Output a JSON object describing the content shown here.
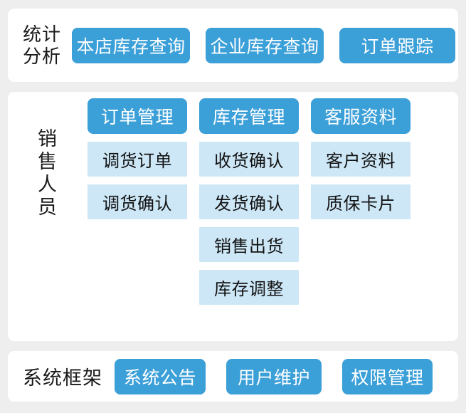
{
  "theme": {
    "page_background": "#eeeeee",
    "card_background": "#ffffff",
    "primary_button": "#3b9fd8",
    "primary_button_text": "#ffffff",
    "secondary_tile": "#cde7f7",
    "secondary_tile_text": "#121212",
    "label_text": "#1a1a1a"
  },
  "sections": {
    "stats": {
      "label_lines": [
        "统计",
        "分析"
      ],
      "buttons": [
        {
          "label": "本店库存查询"
        },
        {
          "label": "企业库存查询"
        },
        {
          "label": "订单跟踪"
        }
      ]
    },
    "sales": {
      "label_lines": [
        "销",
        "售",
        "人",
        "员"
      ],
      "columns": [
        {
          "header": {
            "label": "订单管理"
          },
          "items": [
            {
              "label": "调货订单"
            },
            {
              "label": "调货确认"
            }
          ]
        },
        {
          "header": {
            "label": "库存管理"
          },
          "items": [
            {
              "label": "收货确认"
            },
            {
              "label": "发货确认"
            },
            {
              "label": "销售出货"
            },
            {
              "label": "库存调整"
            }
          ]
        },
        {
          "header": {
            "label": "客服资料"
          },
          "items": [
            {
              "label": "客户资料"
            },
            {
              "label": "质保卡片"
            }
          ]
        }
      ]
    },
    "system": {
      "label": "系统框架",
      "buttons": [
        {
          "label": "系统公告"
        },
        {
          "label": "用户维护"
        },
        {
          "label": "权限管理"
        }
      ]
    }
  }
}
